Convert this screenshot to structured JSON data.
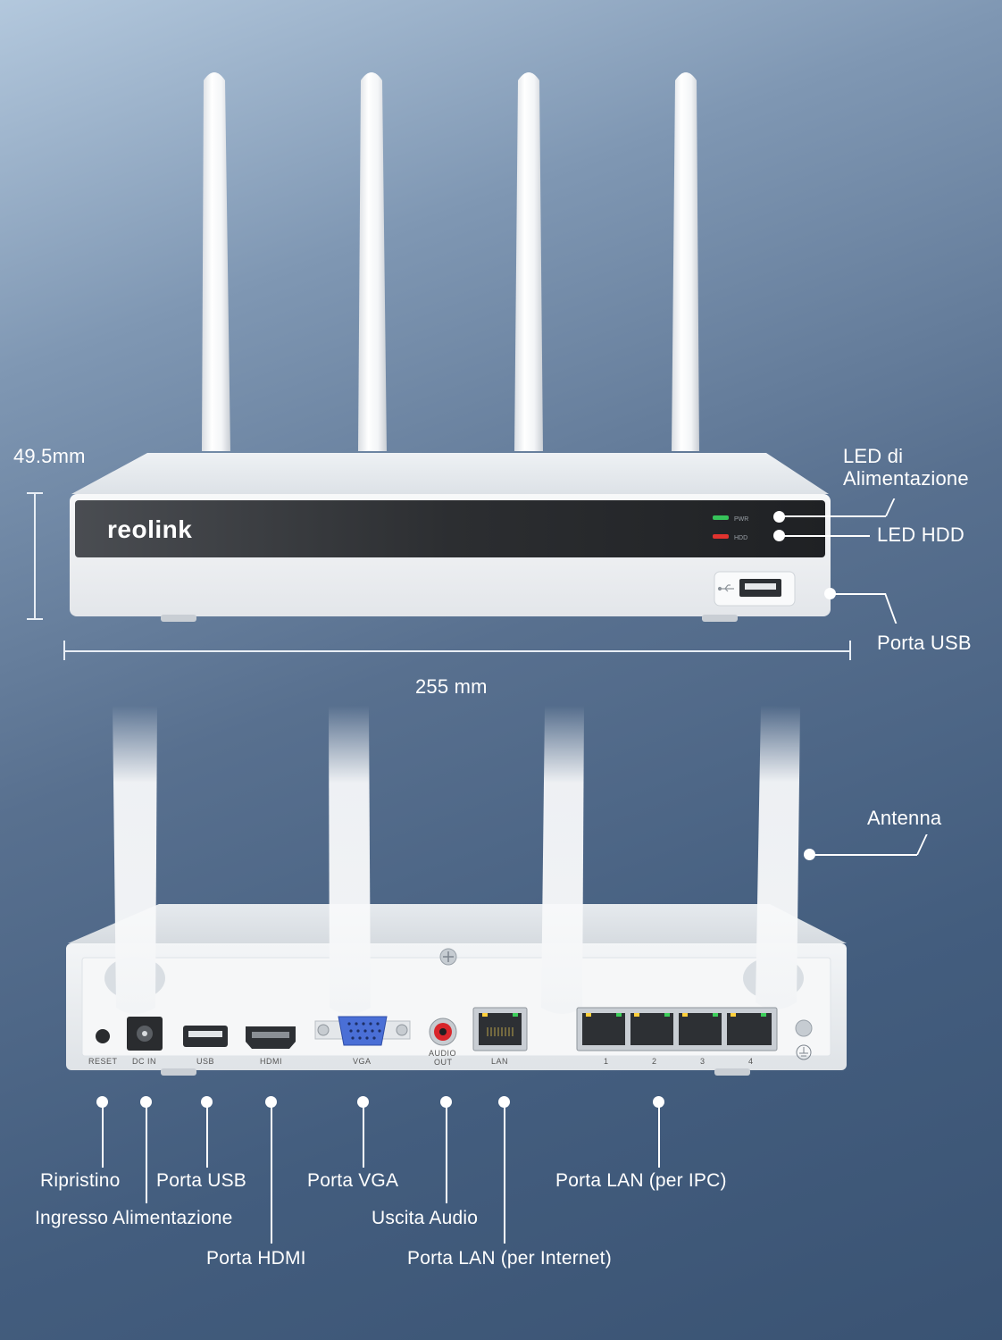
{
  "front": {
    "brand": "reolink",
    "led_pwr_text": "PWR",
    "led_hdd_text": "HDD",
    "height_dim": "49.5mm",
    "width_dim": "255 mm",
    "labels": {
      "led_power_line1": "LED di",
      "led_power_line2": "Alimentazione",
      "led_hdd": "LED HDD",
      "usb": "Porta USB"
    }
  },
  "back": {
    "port_captions": {
      "reset": "RESET",
      "dc_in": "DC IN",
      "usb": "USB",
      "hdmi": "HDMI",
      "vga": "VGA",
      "audio_line1": "AUDIO",
      "audio_line2": "OUT",
      "lan": "LAN",
      "ipc1": "1",
      "ipc2": "2",
      "ipc3": "3",
      "ipc4": "4"
    },
    "labels": {
      "antenna": "Antenna",
      "reset": "Ripristino",
      "dc_in": "Ingresso Alimentazione",
      "usb": "Porta USB",
      "hdmi": "Porta HDMI",
      "vga": "Porta VGA",
      "audio": "Uscita Audio",
      "lan_internet": "Porta LAN (per Internet)",
      "lan_ipc": "Porta LAN (per IPC)"
    }
  },
  "colors": {
    "led_green": "#36c25a",
    "led_red": "#e0332f",
    "device_white": "#f1f3f5",
    "front_panel": "#2b2d30"
  }
}
